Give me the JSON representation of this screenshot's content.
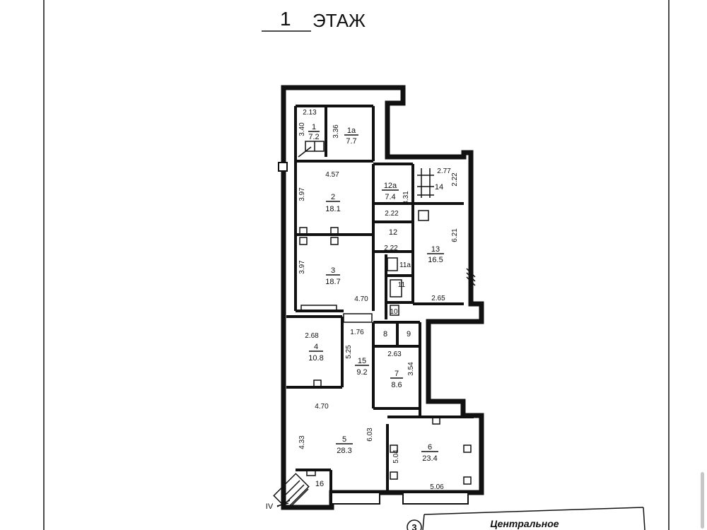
{
  "header": {
    "floor_number": "1",
    "floor_label": "ЭТАЖ"
  },
  "rooms": [
    {
      "id": "1",
      "num": "1",
      "area": "7.2"
    },
    {
      "id": "1a",
      "num": "1а",
      "area": "7.7"
    },
    {
      "id": "2",
      "num": "2",
      "area": "18.1"
    },
    {
      "id": "3",
      "num": "3",
      "area": "18.7"
    },
    {
      "id": "4",
      "num": "4",
      "area": "10.8"
    },
    {
      "id": "5",
      "num": "5",
      "area": "28.3"
    },
    {
      "id": "6",
      "num": "6",
      "area": "23.4"
    },
    {
      "id": "7",
      "num": "7",
      "area": "8.6"
    },
    {
      "id": "8",
      "num": "8",
      "area": ""
    },
    {
      "id": "9",
      "num": "9",
      "area": ""
    },
    {
      "id": "10",
      "num": "10",
      "area": ""
    },
    {
      "id": "11",
      "num": "11",
      "area": ""
    },
    {
      "id": "11a",
      "num": "11а",
      "area": ""
    },
    {
      "id": "12",
      "num": "12",
      "area": ""
    },
    {
      "id": "12a",
      "num": "12а",
      "area": "7.4"
    },
    {
      "id": "13",
      "num": "13",
      "area": "16.5"
    },
    {
      "id": "14",
      "num": "14",
      "area": ""
    },
    {
      "id": "15",
      "num": "15",
      "area": "9.2"
    },
    {
      "id": "16",
      "num": "16",
      "area": ""
    }
  ],
  "dimensions": [
    "2.13",
    "3.40",
    "3.36",
    "4.57",
    "3.97",
    "3.97",
    "4.70",
    "1.76",
    "2.68",
    "5.25",
    "4.70",
    "4.33",
    "6.03",
    "5.04",
    "5.06",
    "2.22",
    "2.22",
    "3.31",
    "2.77",
    "2.22",
    "6.21",
    "2.65",
    "2.63",
    "3.54"
  ],
  "axis_marker": "IV",
  "stamp": {
    "number": "3",
    "text": "Центральное"
  }
}
